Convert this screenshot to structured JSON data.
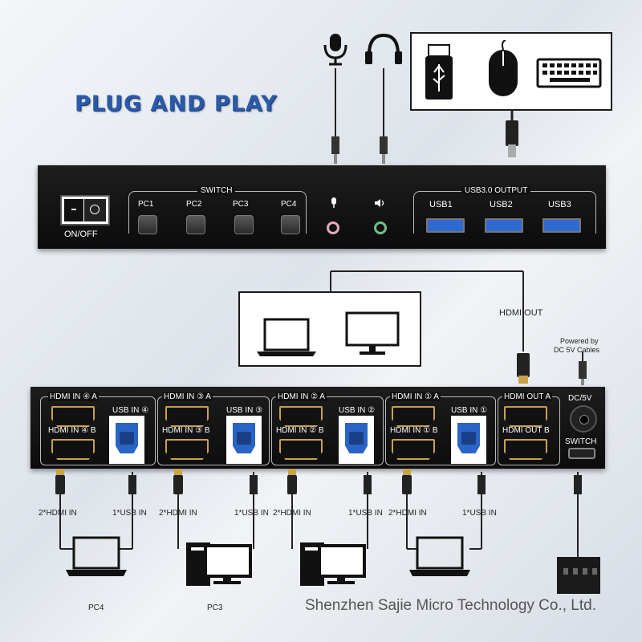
{
  "title": "PLUG AND PLAY",
  "top_panel": {
    "power_label": "ON/OFF",
    "switch_label": "SWITCH",
    "pc_buttons": [
      "PC1",
      "PC2",
      "PC3",
      "PC4"
    ],
    "usb_output_label": "USB3.0 OUTPUT",
    "usb_ports": [
      "USB1",
      "USB2",
      "USB3"
    ]
  },
  "hdmi_out_label": "HDMI OUT",
  "powered_by": "Powered by",
  "dc_cables": "DC 5V Cables",
  "bottom_panel": {
    "groups": [
      {
        "hdmi_a": "HDMI IN ④ A",
        "hdmi_b": "HDMI IN ④ B",
        "usb": "USB IN ④"
      },
      {
        "hdmi_a": "HDMI IN ③ A",
        "hdmi_b": "HDMI IN ③ B",
        "usb": "USB IN ③"
      },
      {
        "hdmi_a": "HDMI IN ② A",
        "hdmi_b": "HDMI IN ② B",
        "usb": "USB IN ②"
      },
      {
        "hdmi_a": "HDMI IN ① A",
        "hdmi_b": "HDMI IN ① B",
        "usb": "USB IN ①"
      }
    ],
    "hdmi_out_a": "HDMI OUT A",
    "hdmi_out_b": "HDMI OUT B",
    "dc": "DC/5V",
    "switch": "SWITCH"
  },
  "cable_labels": {
    "hdmi": "2*HDMI IN",
    "usb": "1*USB IN"
  },
  "pcs": [
    "PC4",
    "PC3"
  ],
  "company": "Shenzhen Sajie Micro Technology Co., Ltd.",
  "colors": {
    "title": "#2a5aa8",
    "panel": "#111111",
    "hdmi_gold": "#c9a24a",
    "usb_blue": "#2a64c5"
  },
  "icons": [
    "microphone-icon",
    "headphones-icon",
    "usb-stick-icon",
    "mouse-icon",
    "keyboard-icon",
    "laptop-icon",
    "monitor-icon",
    "desktop-pc-icon",
    "remote-switch-icon"
  ]
}
